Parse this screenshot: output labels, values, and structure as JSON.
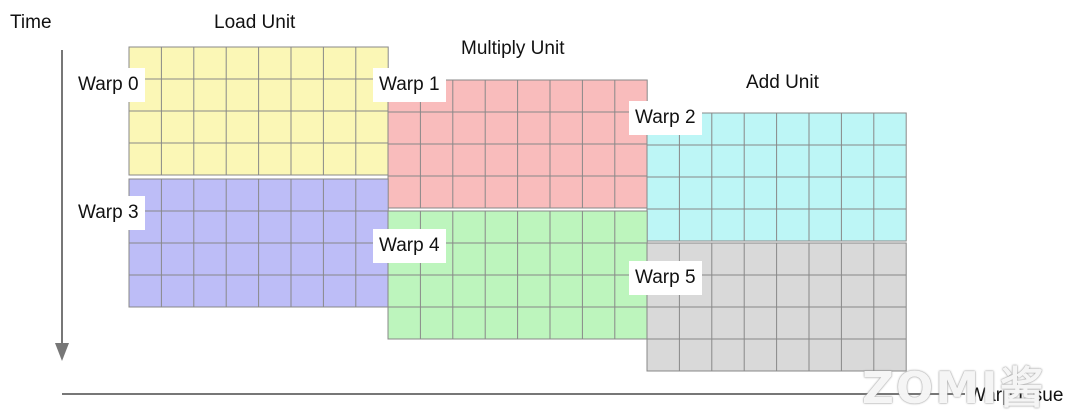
{
  "axis": {
    "vertical_label": "Time",
    "horizontal_label": "Warp Issue"
  },
  "units": [
    {
      "id": "load",
      "label": "Load Unit"
    },
    {
      "id": "multiply",
      "label": "Multiply Unit"
    },
    {
      "id": "add",
      "label": "Add Unit"
    }
  ],
  "warps": [
    {
      "id": 0,
      "label": "Warp 0",
      "unit": "load",
      "color": "#fbf7b6"
    },
    {
      "id": 1,
      "label": "Warp 1",
      "unit": "multiply",
      "color": "#f9bcbc"
    },
    {
      "id": 2,
      "label": "Warp 2",
      "unit": "add",
      "color": "#bdf6f6"
    },
    {
      "id": 3,
      "label": "Warp 3",
      "unit": "load",
      "color": "#bdbdf7"
    },
    {
      "id": 4,
      "label": "Warp 4",
      "unit": "multiply",
      "color": "#bdf5bd"
    },
    {
      "id": 5,
      "label": "Warp 5",
      "unit": "add",
      "color": "#d9d9d9"
    }
  ],
  "watermark": "ZOMI酱",
  "colors": {
    "grid_line": "#888888",
    "axis": "#777777"
  }
}
